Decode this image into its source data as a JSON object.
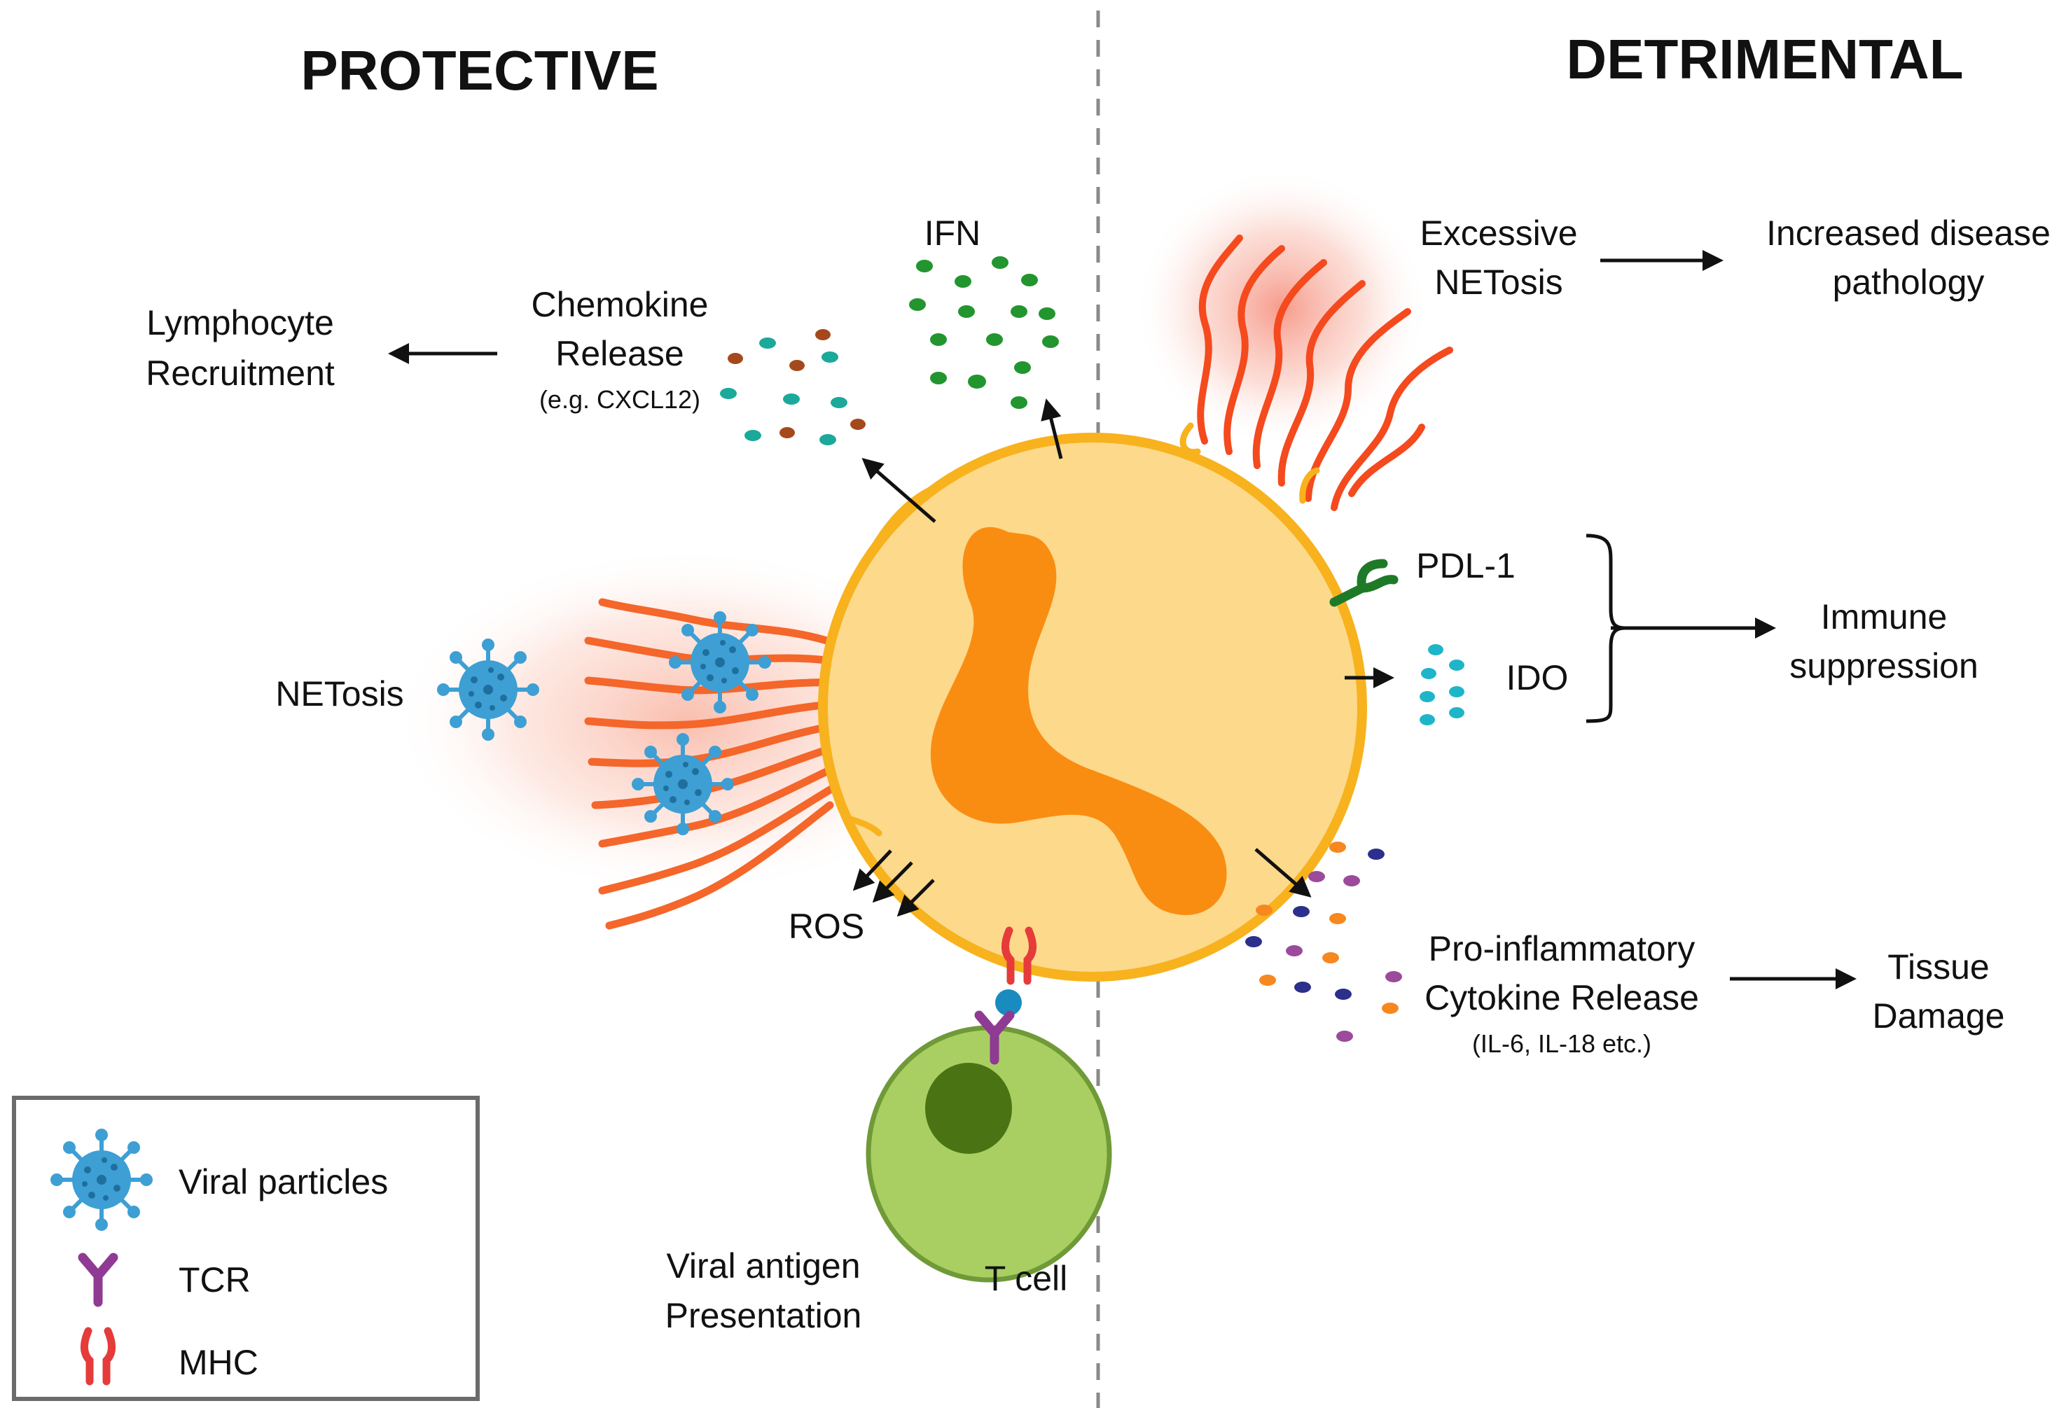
{
  "headings": {
    "protective": "PROTECTIVE",
    "detrimental": "DETRIMENTAL"
  },
  "protective": {
    "lymphocyte_line1": "Lymphocyte",
    "lymphocyte_line2": "Recruitment",
    "chemokine_line1": "Chemokine",
    "chemokine_line2": "Release",
    "chemokine_example": "(e.g. CXCL12)",
    "ifn": "IFN",
    "netosis": "NETosis",
    "ros": "ROS",
    "antigen_line1": "Viral antigen",
    "antigen_line2": "Presentation",
    "tcell": "T cell"
  },
  "detrimental": {
    "excessive_line1": "Excessive",
    "excessive_line2": "NETosis",
    "disease_line1": "Increased disease",
    "disease_line2": "pathology",
    "pdl1": "PDL-1",
    "ido": "IDO",
    "immune_line1": "Immune",
    "immune_line2": "suppression",
    "cytokine_line1": "Pro-inflammatory",
    "cytokine_line2": "Cytokine Release",
    "cytokine_example": "(IL-6, IL-18 etc.)",
    "tissue_line1": "Tissue",
    "tissue_line2": "Damage"
  },
  "legend": {
    "viral": "Viral particles",
    "tcr": "TCR",
    "mhc": "MHC"
  },
  "colors": {
    "cell_fill": "#fdd98b",
    "cell_border": "#f7b21e",
    "nucleus": "#f98d12",
    "net_strand": "#f4662a",
    "virus": "#3d9fd4",
    "tcell_fill": "#a9cf63",
    "tcell_border": "#6f9a37",
    "tcell_nucleus": "#4a7414",
    "ifn": "#22952f",
    "chemokine_teal": "#1aa99a",
    "chemokine_brown": "#a5491c",
    "ido": "#1fb5c9",
    "pdl1": "#1f7a28",
    "tcr": "#8f3a93",
    "mhc": "#e63b3b",
    "cytokine_orange": "#f7871f",
    "cytokine_purple": "#9b4a9c",
    "cytokine_navy": "#2c2f8c",
    "legend_border": "#6b6b6b"
  }
}
